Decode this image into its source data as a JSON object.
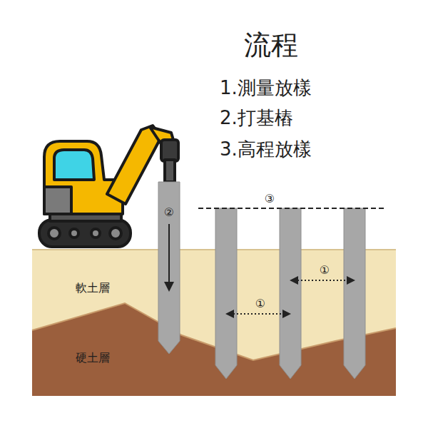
{
  "diagram": {
    "title": "流程",
    "labels": [
      "1.測量放樣",
      "2.打基樁",
      "3.高程放樣",
      "③",
      "②",
      "①",
      "①",
      "軟土層",
      "硬土層"
    ]
  }
}
